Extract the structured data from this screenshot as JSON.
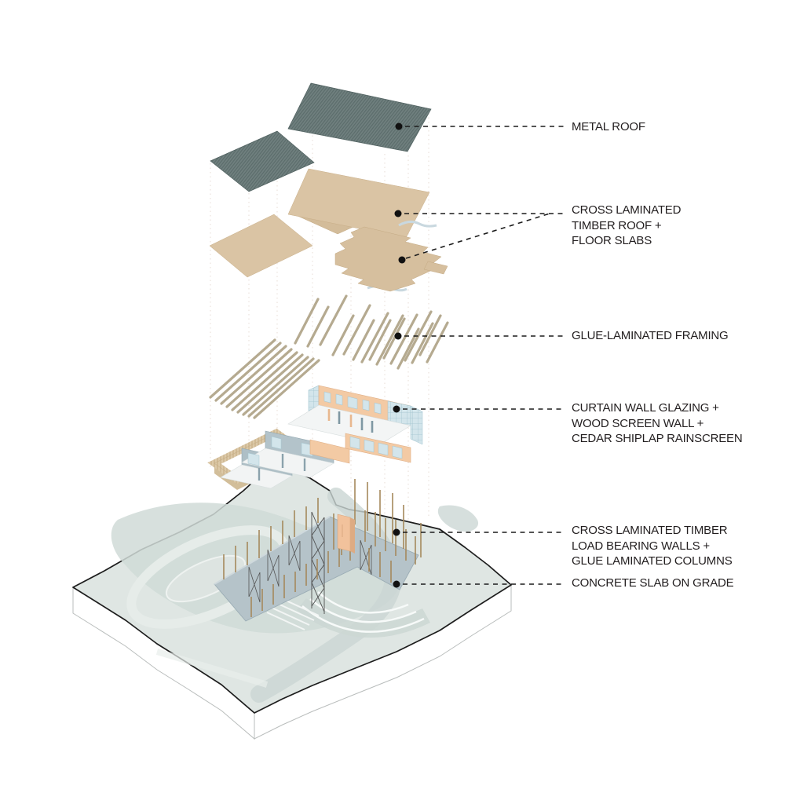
{
  "diagram": {
    "type": "exploded-axonometric-construction-diagram",
    "annotations": [
      {
        "id": "metal-roof",
        "lines": [
          "METAL ROOF"
        ]
      },
      {
        "id": "clt-roof-floor-slabs",
        "lines": [
          "CROSS LAMINATED",
          "TIMBER ROOF +",
          "FLOOR SLABS"
        ]
      },
      {
        "id": "glulam-framing",
        "lines": [
          "GLUE-LAMINATED FRAMING"
        ]
      },
      {
        "id": "curtain-wall",
        "lines": [
          "CURTAIN WALL GLAZING +",
          "WOOD SCREEN WALL +",
          "CEDAR SHIPLAP RAINSCREEN"
        ]
      },
      {
        "id": "clt-walls-columns",
        "lines": [
          "CROSS LAMINATED TIMBER",
          "LOAD BEARING WALLS +",
          "GLUE LAMINATED COLUMNS"
        ]
      },
      {
        "id": "concrete-slab",
        "lines": [
          "CONCRETE SLAB ON GRADE"
        ]
      }
    ],
    "colors": {
      "background": "#ffffff",
      "metal_roof": "#70807f",
      "metal_roof_hatch": "#5b6c6b",
      "clt_timber": "#dac4a4",
      "glulam_beam": "#b2a68b",
      "glazing_blue": "#d3e5eb",
      "wall_peach": "#f3caa4",
      "wall_gray_blue": "#aebfc6",
      "wood_screen": "#dcc9a8",
      "site_surface": "#dfe6e3",
      "concrete_slab": "#b5c3c9",
      "column_wood": "#a5895c",
      "leader_line": "#1c1c1c",
      "label_text": "#221e1f"
    }
  }
}
